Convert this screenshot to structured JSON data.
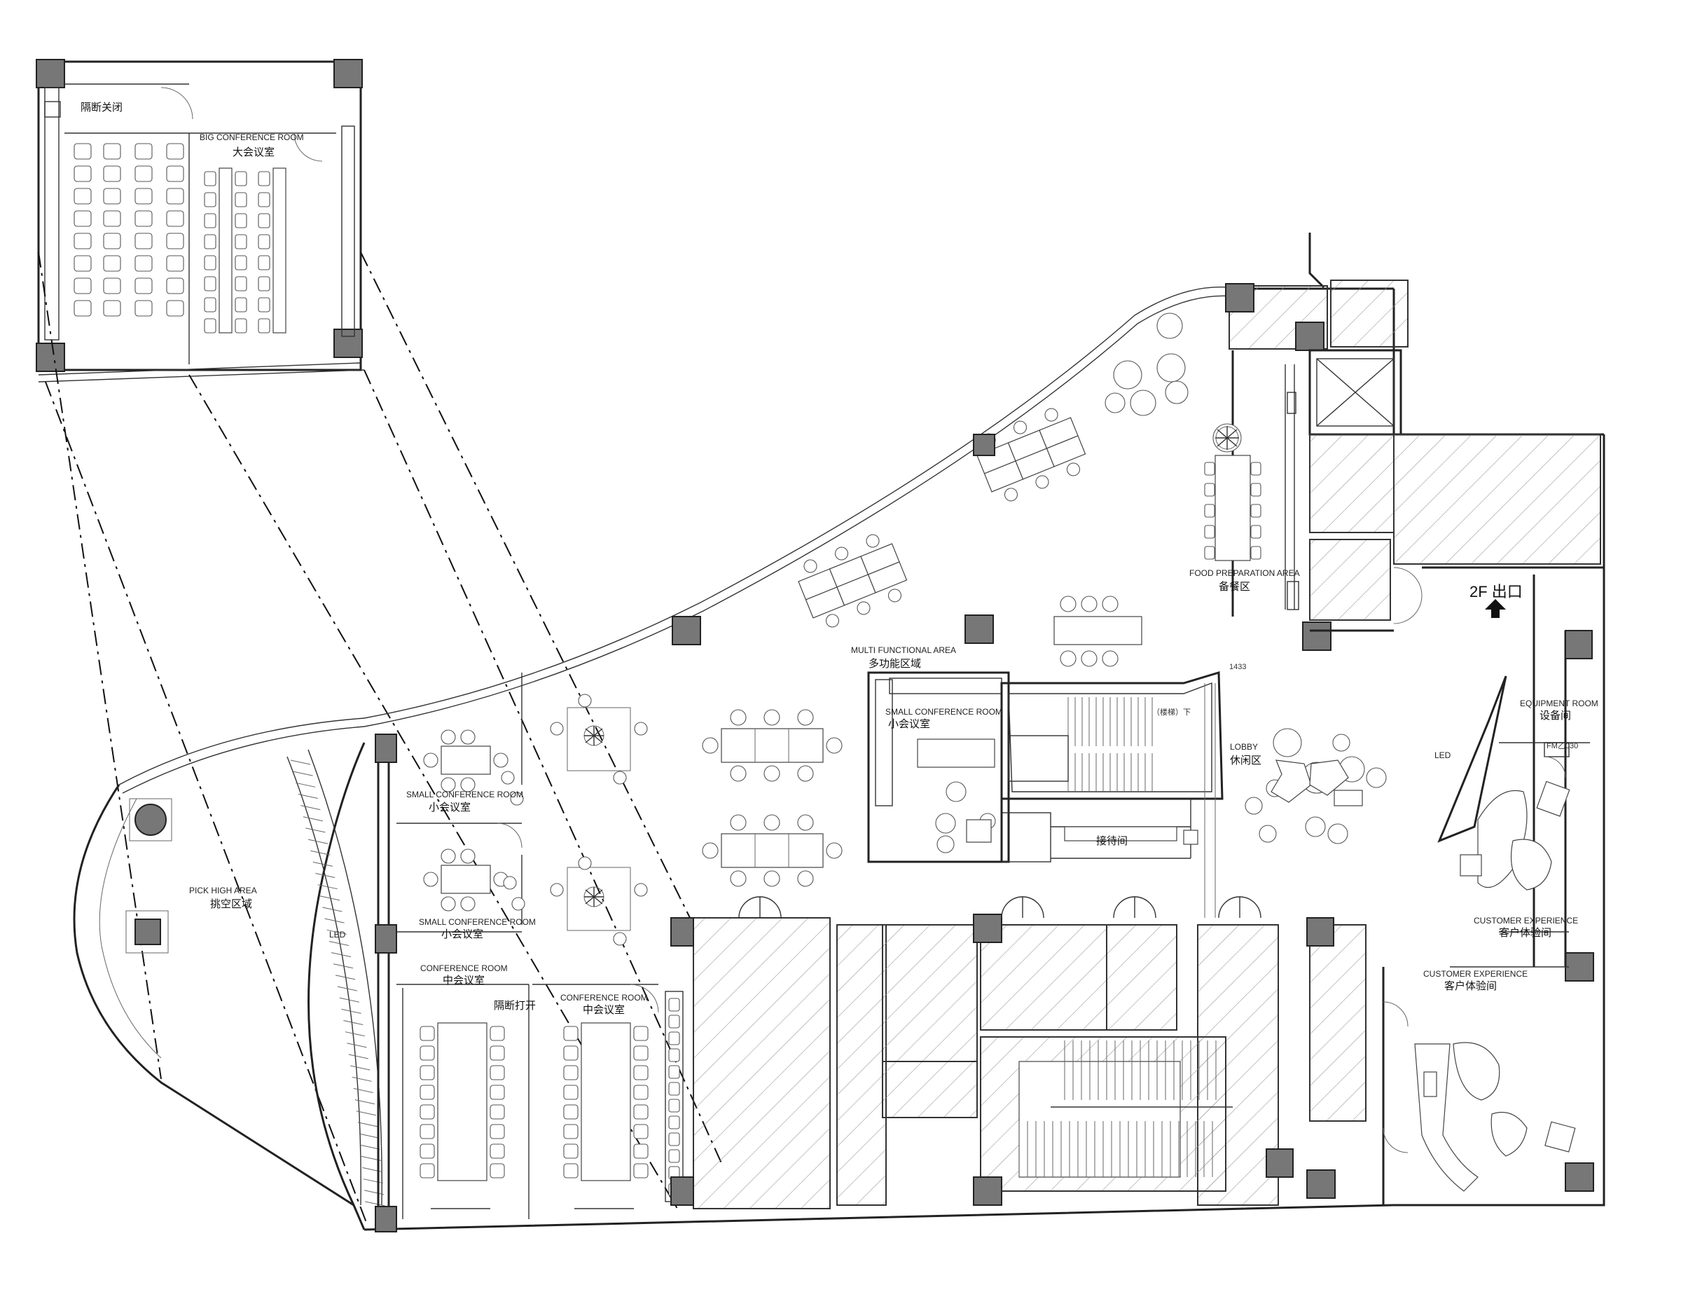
{
  "rooms": {
    "big_conference_en": "BIG CONFERENCE ROOM",
    "big_conference_cn": "大会议室",
    "partition_closed": "隔断关闭",
    "partition_open": "隔断打开",
    "multi_en": "MULTI FUNCTIONAL AREA",
    "multi_cn": "多功能区域",
    "food_en": "FOOD PREPARATION AREA",
    "food_cn": "备餐区",
    "small_conf_en": "SMALL CONFERENCE ROOM",
    "small_conf_cn": "小会议室",
    "small_conf_en_tr": "SMALL CONFERENCE ROOM",
    "small_conf_cn_tr": "小会议室",
    "small_conf_en_2": "SMALL CONFERENCE ROOM",
    "small_conf_cn_2": "小会议室",
    "conf_en": "CONFERENCE ROOM",
    "conf_cn": "中会议室",
    "conf_en_2": "CONFERENCE ROOM",
    "conf_cn_2": "中会议室",
    "lobby_en": "LOBBY",
    "lobby_cn": "休闲区",
    "reception_cn": "接待间",
    "equipment_en": "EQUIPMENT ROOM",
    "equipment_cn": "设备间",
    "customer_en": "CUSTOMER EXPERIENCE",
    "customer_cn": "客户体验间",
    "customer_en_2": "CUSTOMER EXPERIENCE",
    "customer_cn_2": "客户体验间",
    "pick_en": "PICK HIGH AREA",
    "pick_cn": "挑空区域",
    "exit_2f": "2F 出口",
    "led_1": "LED",
    "led_2": "LED",
    "dim_1433": "1433",
    "fm_code": "FM乙030",
    "stair_down": "（楼梯）下"
  },
  "colors": {
    "wall": "#222222",
    "hatch": "#999999",
    "column": "#777777"
  },
  "icons": {
    "exit_arrow": "arrow-up-icon",
    "plant": "plant-icon"
  }
}
